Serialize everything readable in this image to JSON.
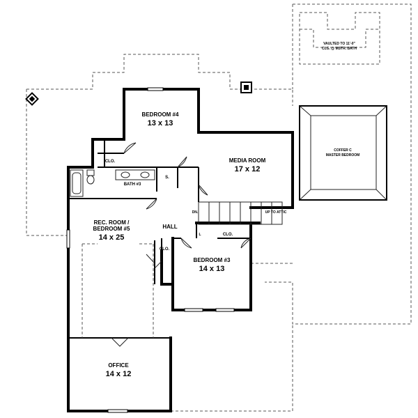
{
  "rooms": {
    "bedroom4": {
      "name": "BEDROOM #4",
      "size": "13 x 13"
    },
    "media_room": {
      "name": "MEDIA ROOM",
      "size": "17 x 12"
    },
    "rec_room_line1": "REC. ROOM /",
    "rec_room_line2": "BEDROOM #5",
    "rec_room_size": "14 x 25",
    "bedroom3": {
      "name": "BEDROOM #3",
      "size": "14 x 13"
    },
    "office": {
      "name": "OFFICE",
      "size": "14 x 12"
    },
    "hall": "HALL",
    "bath3": "BATH #3",
    "closet_b4": "CLO.",
    "closet_hall": "CLO.",
    "closet_b3": "CLO.",
    "storage": "S.",
    "linen": "L"
  },
  "notes": {
    "vaulted_line1": "VAULTED TO 11'-0\"",
    "vaulted_line2": "CLG. @ MSTR. BATH",
    "coffer_line1": "COFFER C",
    "coffer_line2": "MASTER BEDROOM",
    "stairs_down": "DN.",
    "attic": "UP TO ATTIC"
  }
}
